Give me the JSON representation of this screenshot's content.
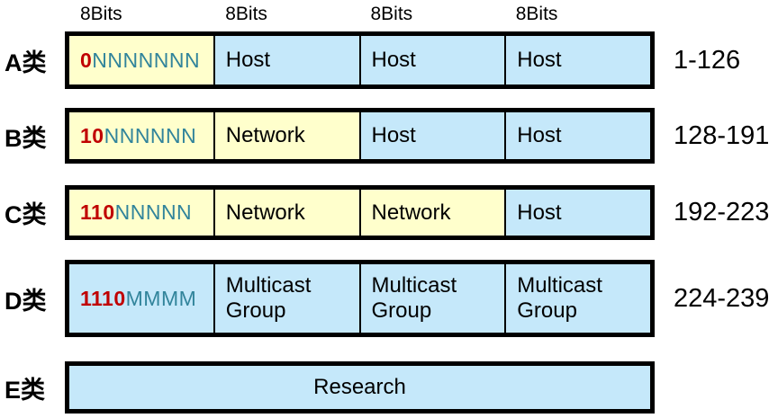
{
  "header": {
    "bit_labels": [
      "8Bits",
      "8Bits",
      "8Bits",
      "8Bits"
    ]
  },
  "colors": {
    "network_bits_bg": "#FFFFCC",
    "host_bg": "#C5E8FA",
    "leading_bits_color": "#C00000",
    "bit_letters_color": "#31849B",
    "border": "#000000"
  },
  "rows": [
    {
      "label": "A类",
      "range": "1-126",
      "cells": [
        {
          "kind": "bits",
          "prefix": "0",
          "letters": "NNNNNNN",
          "bg": "yellow"
        },
        {
          "kind": "text",
          "text": "Host",
          "bg": "blue"
        },
        {
          "kind": "text",
          "text": "Host",
          "bg": "blue"
        },
        {
          "kind": "text",
          "text": "Host",
          "bg": "blue"
        }
      ]
    },
    {
      "label": "B类",
      "range": "128-191",
      "cells": [
        {
          "kind": "bits",
          "prefix": "10",
          "letters": "NNNNNN",
          "bg": "yellow"
        },
        {
          "kind": "text",
          "text": "Network",
          "bg": "yellow"
        },
        {
          "kind": "text",
          "text": "Host",
          "bg": "blue"
        },
        {
          "kind": "text",
          "text": "Host",
          "bg": "blue"
        }
      ]
    },
    {
      "label": "C类",
      "range": "192-223",
      "cells": [
        {
          "kind": "bits",
          "prefix": "110",
          "letters": "NNNNN",
          "bg": "yellow"
        },
        {
          "kind": "text",
          "text": "Network",
          "bg": "yellow"
        },
        {
          "kind": "text",
          "text": "Network",
          "bg": "yellow"
        },
        {
          "kind": "text",
          "text": "Host",
          "bg": "blue"
        }
      ]
    },
    {
      "label": "D类",
      "range": "224-239",
      "cells": [
        {
          "kind": "bits",
          "prefix": "1110",
          "letters": "MMMM",
          "bg": "blue"
        },
        {
          "kind": "text",
          "text": "Multicast Group",
          "bg": "blue"
        },
        {
          "kind": "text",
          "text": "Multicast Group",
          "bg": "blue"
        },
        {
          "kind": "text",
          "text": "Multicast Group",
          "bg": "blue"
        }
      ]
    },
    {
      "label": "E类",
      "range": "",
      "cells": [
        {
          "kind": "text",
          "text": "Research",
          "bg": "blue",
          "span": 4
        }
      ]
    }
  ]
}
